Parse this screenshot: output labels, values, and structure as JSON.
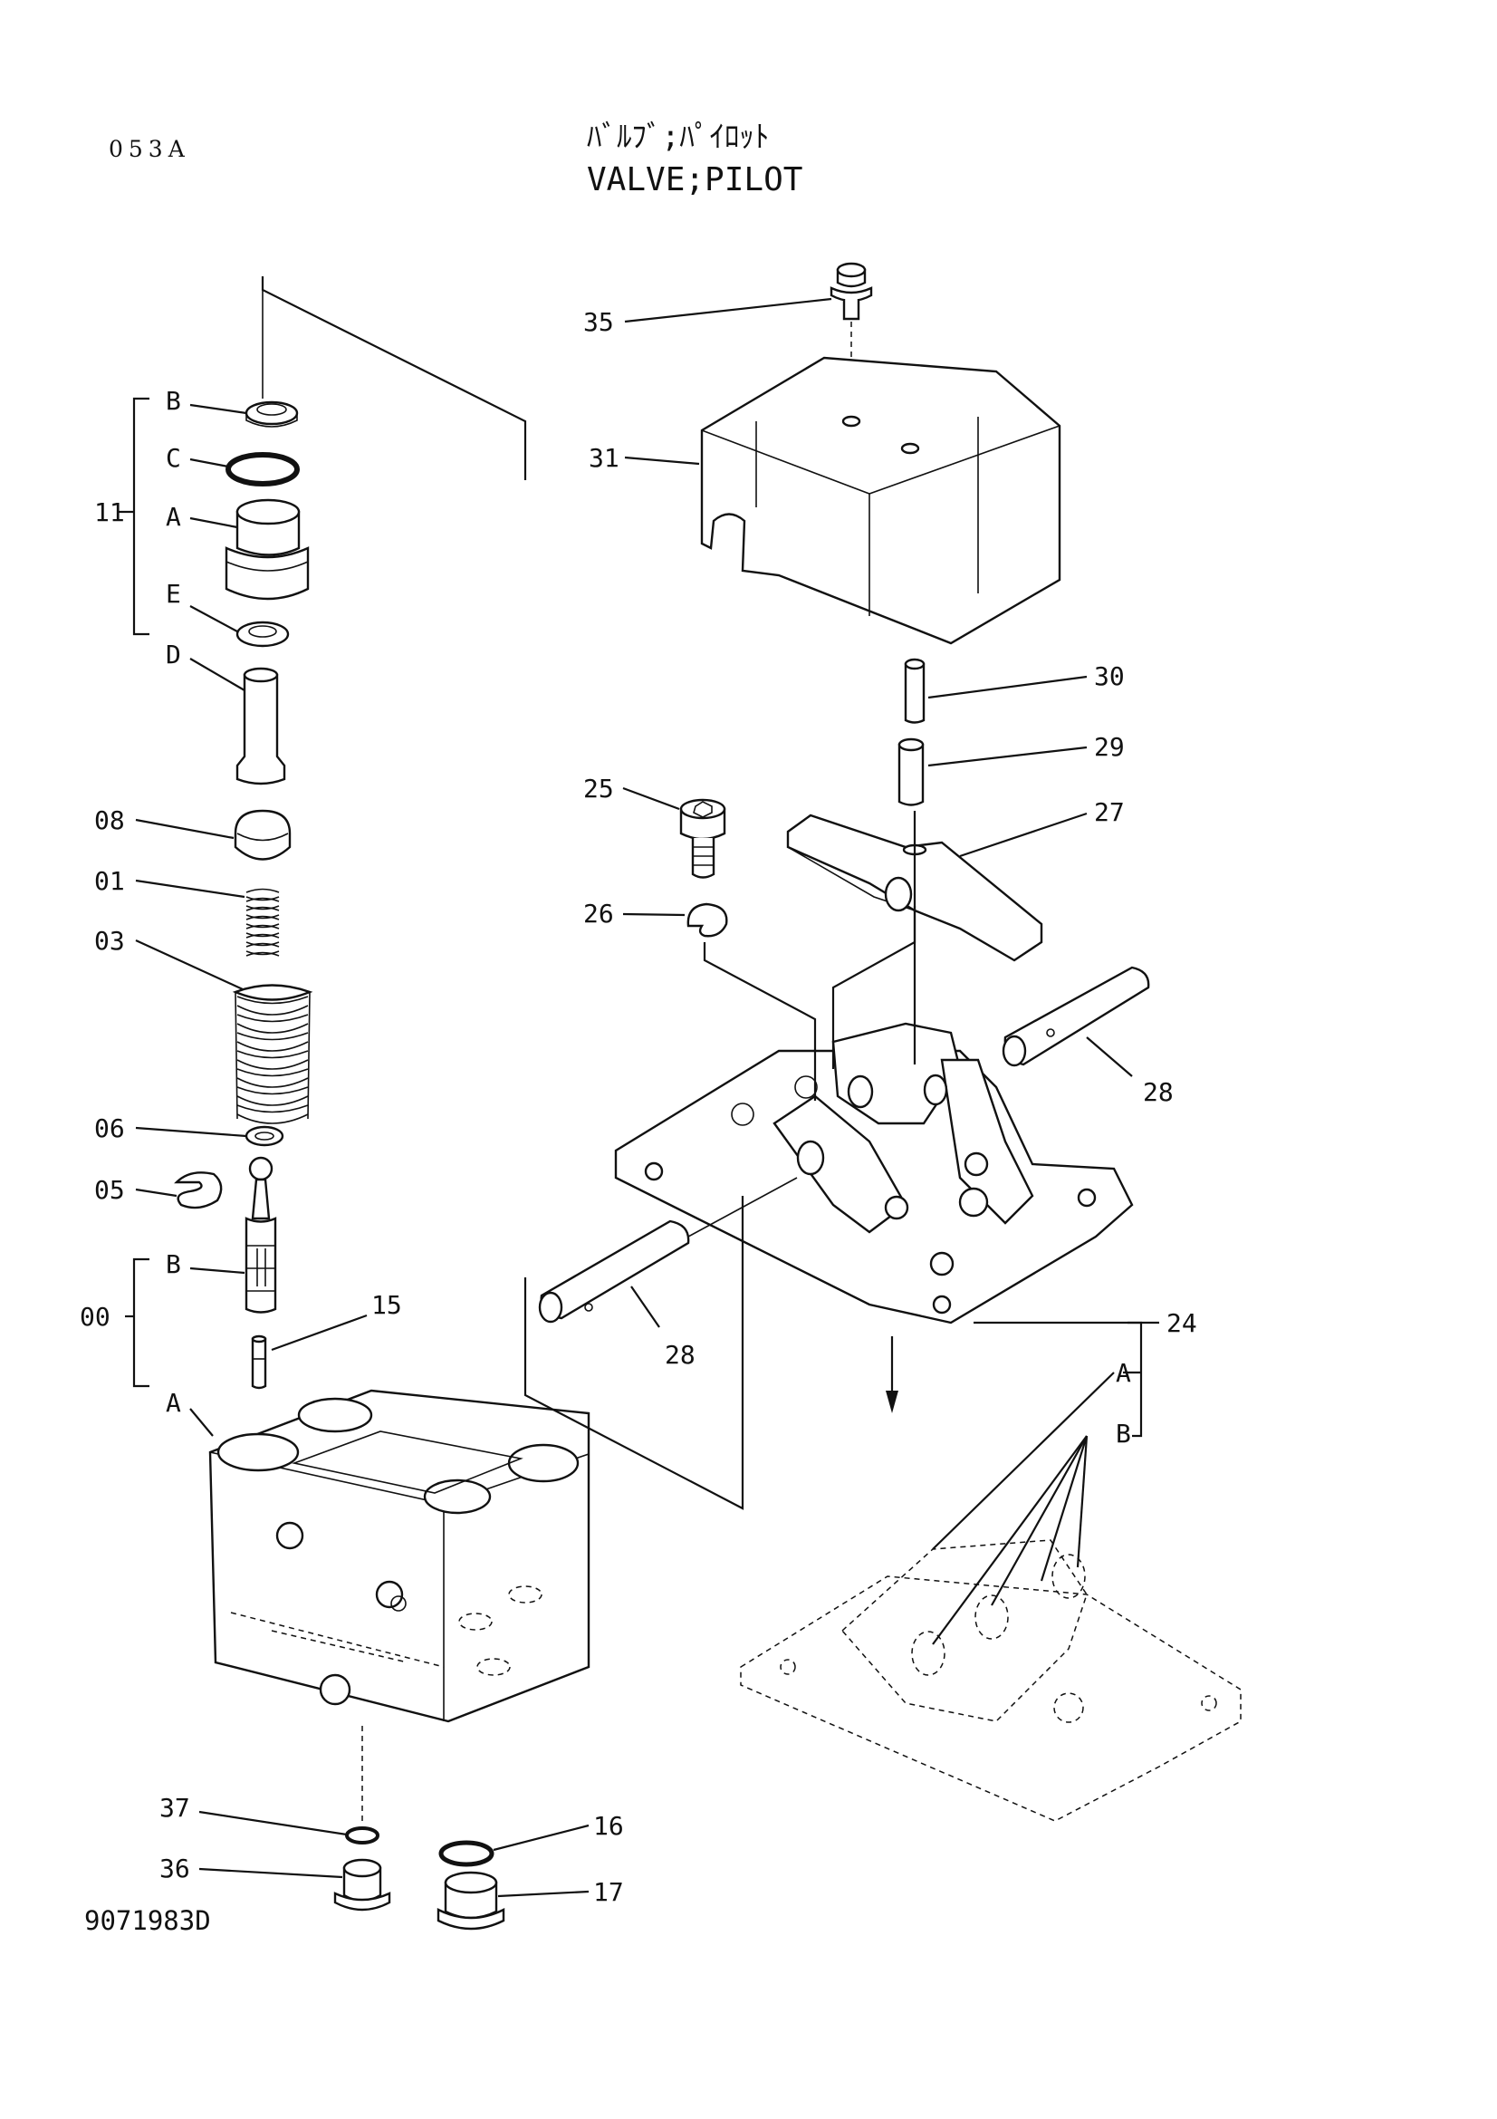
{
  "header": {
    "page_code": "053A",
    "title_jp": "ﾊﾞﾙﾌﾞ;ﾊﾟｲﾛｯﾄ",
    "title_en": "VALVE;PILOT"
  },
  "drawing_number": "9071983D",
  "callouts": {
    "p35": "35",
    "p31": "31",
    "p30": "30",
    "p29": "29",
    "p27": "27",
    "p25": "25",
    "p26": "26",
    "p28a": "28",
    "p28b": "28",
    "p24": "24",
    "p24A": "A",
    "p24B": "B",
    "p11": "11",
    "p11B": "B",
    "p11C": "C",
    "p11A": "A",
    "p11E": "E",
    "p11D": "D",
    "p08": "08",
    "p01": "01",
    "p03": "03",
    "p06": "06",
    "p05": "05",
    "p00": "00",
    "p00B": "B",
    "p00A": "A",
    "p15": "15",
    "p37": "37",
    "p36": "36",
    "p16": "16",
    "p17": "17"
  }
}
